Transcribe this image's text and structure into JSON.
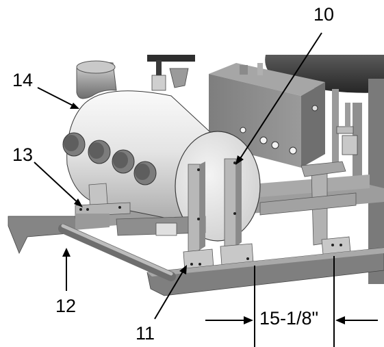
{
  "callouts": {
    "c10": "10",
    "c11": "11",
    "c12": "12",
    "c13": "13",
    "c14": "14"
  },
  "dimension": {
    "label": "15-1/8\""
  },
  "colors": {
    "frame": "#8c8c8c",
    "frame_dark": "#6a6a6a",
    "frame_light": "#b9b9b9",
    "cylinder": "#e6e6e6",
    "tank": "#3a3a3a",
    "ink": "#000000"
  }
}
